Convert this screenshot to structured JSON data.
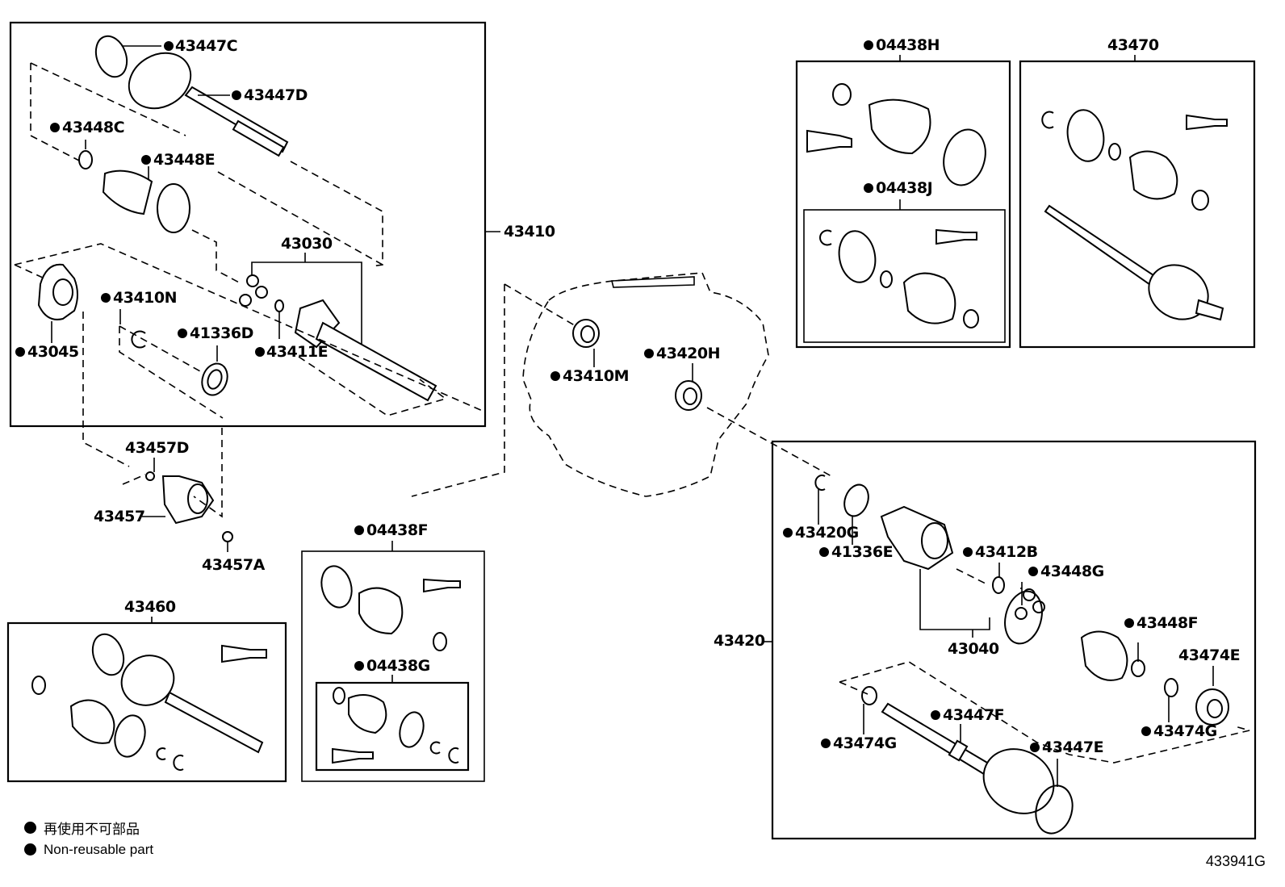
{
  "diagram": {
    "title_code": "433941G",
    "legend": [
      {
        "marker": "filled-circle",
        "text": "再使用不可部品"
      },
      {
        "marker": "filled-circle",
        "text": "Non-reusable part"
      }
    ],
    "groups": {
      "assy_left_box": {
        "label": "43410"
      },
      "assy_right_box": {
        "label": "43420"
      },
      "kit_h": {
        "label": "04438H",
        "non_reusable": true
      },
      "kit_j": {
        "label": "04438J",
        "non_reusable": true
      },
      "kit_43470": {
        "label": "43470"
      },
      "kit_43460": {
        "label": "43460"
      },
      "kit_f": {
        "label": "04438F",
        "non_reusable": true
      },
      "kit_g": {
        "label": "04438G",
        "non_reusable": true
      },
      "sub_43030": {
        "label": "43030"
      },
      "sub_43040": {
        "label": "43040"
      }
    },
    "parts": [
      {
        "id": "43447C",
        "non_reusable": true
      },
      {
        "id": "43447D",
        "non_reusable": true
      },
      {
        "id": "43448C",
        "non_reusable": true
      },
      {
        "id": "43448E",
        "non_reusable": true
      },
      {
        "id": "43410N",
        "non_reusable": true
      },
      {
        "id": "41336D",
        "non_reusable": true
      },
      {
        "id": "43411E",
        "non_reusable": true
      },
      {
        "id": "43045",
        "non_reusable": true
      },
      {
        "id": "43457D",
        "non_reusable": false
      },
      {
        "id": "43457",
        "non_reusable": false
      },
      {
        "id": "43457A",
        "non_reusable": false
      },
      {
        "id": "43410M",
        "non_reusable": true
      },
      {
        "id": "43420H",
        "non_reusable": true
      },
      {
        "id": "43420G",
        "non_reusable": true
      },
      {
        "id": "41336E",
        "non_reusable": true
      },
      {
        "id": "43412B",
        "non_reusable": true
      },
      {
        "id": "43448G",
        "non_reusable": true
      },
      {
        "id": "43448F",
        "non_reusable": true
      },
      {
        "id": "43474E",
        "non_reusable": false
      },
      {
        "id": "43474G",
        "non_reusable": true
      },
      {
        "id": "43474G",
        "non_reusable": true
      },
      {
        "id": "43447F",
        "non_reusable": true
      },
      {
        "id": "43447E",
        "non_reusable": true
      }
    ]
  }
}
